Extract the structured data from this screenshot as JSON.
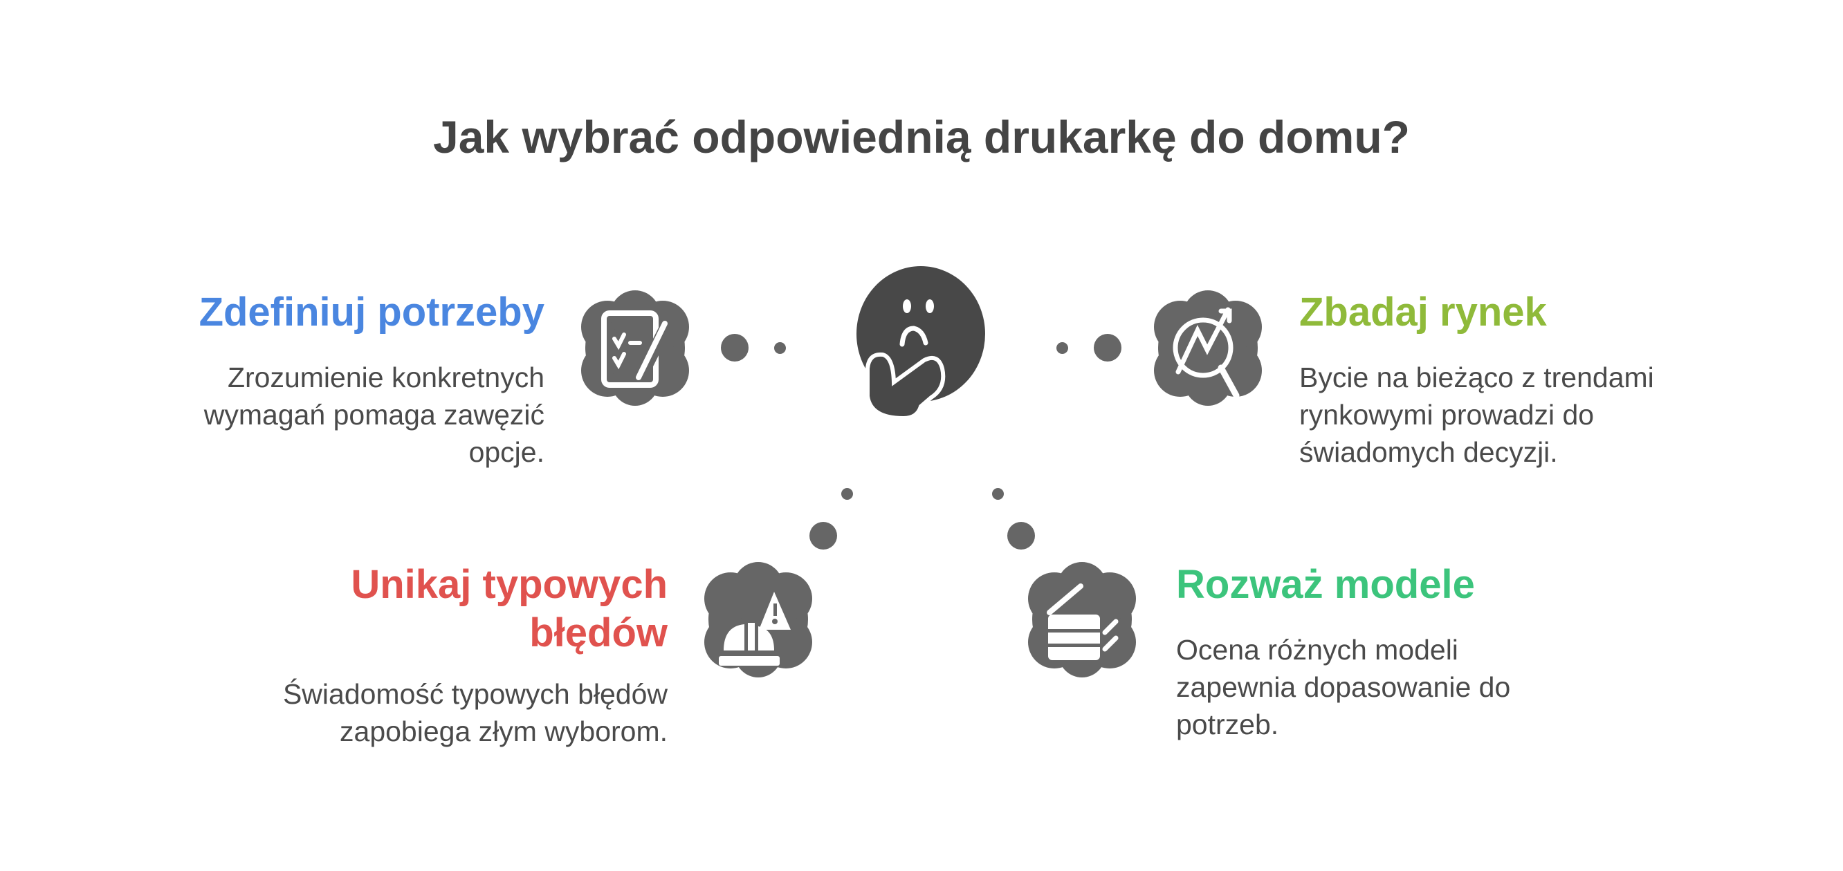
{
  "title": "Jak wybrać odpowiednią drukarkę do domu?",
  "items": [
    {
      "heading": "Zdefiniuj potrzeby",
      "description": [
        "Zrozumienie konkretnych",
        "wymagań pomaga zawęzić",
        "opcje."
      ],
      "color": "#4a86e0",
      "icon": "checklist-icon"
    },
    {
      "heading": "Zbadaj rynek",
      "description": [
        "Bycie na bieżąco z trendami",
        "rynkowymi prowadzi do",
        "świadomych decyzji."
      ],
      "color": "#8fba3a",
      "icon": "market-trend-icon"
    },
    {
      "heading": [
        "Unikaj typowych",
        "błędów"
      ],
      "description": [
        "Świadomość typowych błędów",
        "zapobiega złym wyborom."
      ],
      "color": "#e0524e",
      "icon": "warning-hardhat-icon"
    },
    {
      "heading": "Rozważ modele",
      "description": [
        "Ocena różnych modeli",
        "zapewnia dopasowanie do",
        "potrzeb."
      ],
      "color": "#3cc47c",
      "icon": "printer-icon"
    }
  ],
  "center_icon": "thinking-face-icon",
  "colors": {
    "icon_bg": "#666666",
    "center": "#484848",
    "text": "#484848"
  }
}
